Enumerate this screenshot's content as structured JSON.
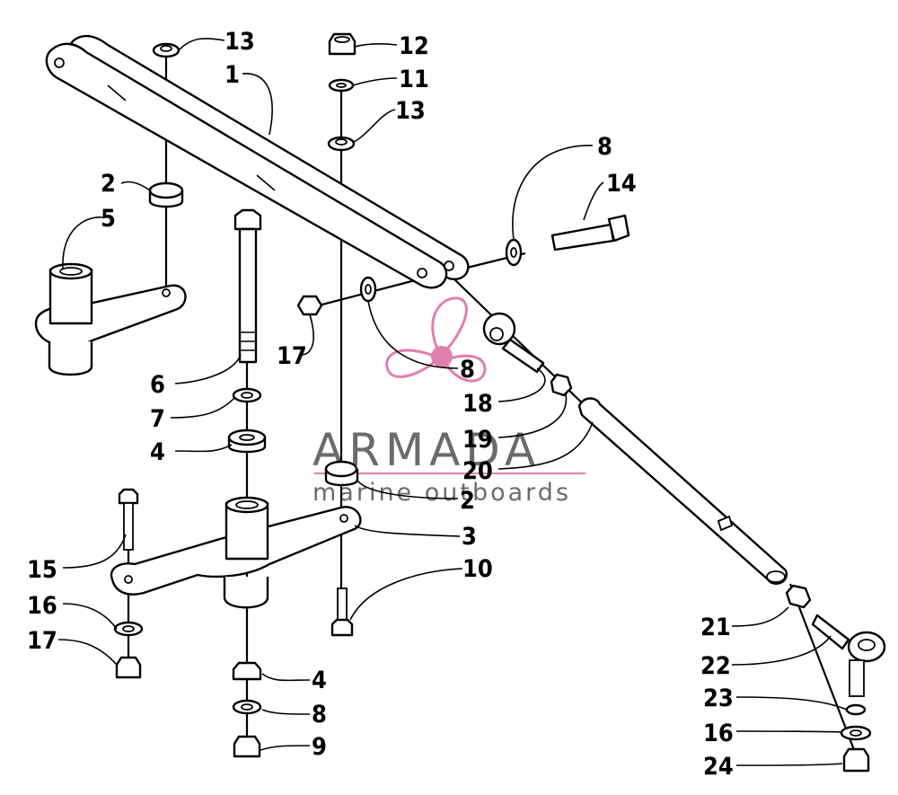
{
  "watermark": {
    "brand": "ARMADA",
    "tagline": "marine outboards",
    "logo_color": "#e07fb0",
    "text_color": "#6b6b6b"
  },
  "callouts": [
    {
      "id": "c1",
      "label": "1"
    },
    {
      "id": "c2a",
      "label": "2"
    },
    {
      "id": "c2b",
      "label": "2"
    },
    {
      "id": "c3",
      "label": "3"
    },
    {
      "id": "c4a",
      "label": "4"
    },
    {
      "id": "c4b",
      "label": "4"
    },
    {
      "id": "c5",
      "label": "5"
    },
    {
      "id": "c6",
      "label": "6"
    },
    {
      "id": "c7",
      "label": "7"
    },
    {
      "id": "c8a",
      "label": "8"
    },
    {
      "id": "c8b",
      "label": "8"
    },
    {
      "id": "c8c",
      "label": "8"
    },
    {
      "id": "c9",
      "label": "9"
    },
    {
      "id": "c10",
      "label": "10"
    },
    {
      "id": "c11",
      "label": "11"
    },
    {
      "id": "c12",
      "label": "12"
    },
    {
      "id": "c13a",
      "label": "13"
    },
    {
      "id": "c13b",
      "label": "13"
    },
    {
      "id": "c14",
      "label": "14"
    },
    {
      "id": "c15",
      "label": "15"
    },
    {
      "id": "c16a",
      "label": "16"
    },
    {
      "id": "c16b",
      "label": "16"
    },
    {
      "id": "c17a",
      "label": "17"
    },
    {
      "id": "c17b",
      "label": "17"
    },
    {
      "id": "c18",
      "label": "18"
    },
    {
      "id": "c19",
      "label": "19"
    },
    {
      "id": "c20",
      "label": "20"
    },
    {
      "id": "c21",
      "label": "21"
    },
    {
      "id": "c22",
      "label": "22"
    },
    {
      "id": "c23",
      "label": "23"
    },
    {
      "id": "c24",
      "label": "24"
    }
  ]
}
